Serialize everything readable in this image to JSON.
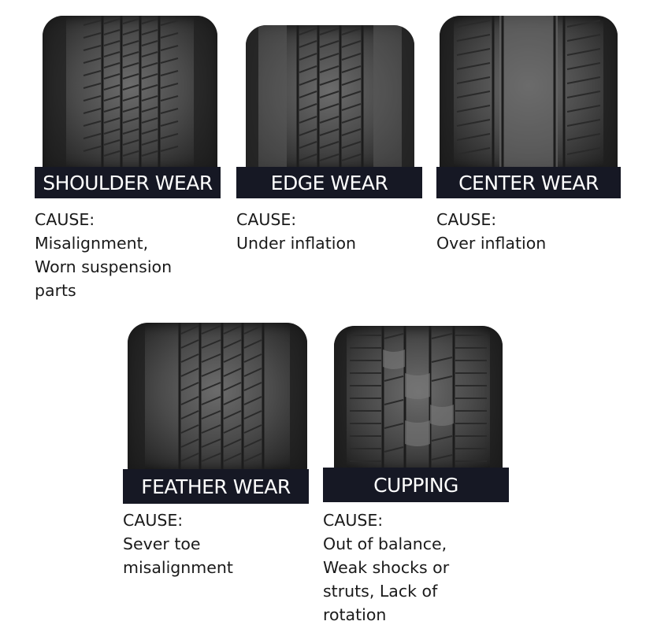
{
  "cards": [
    {
      "id": "shoulder",
      "title": "SHOULDER WEAR",
      "cause_heading": "CAUSE:",
      "cause_lines": [
        "Misalignment,",
        "Worn suspension",
        "parts"
      ]
    },
    {
      "id": "edge",
      "title": "EDGE WEAR",
      "cause_heading": "CAUSE:",
      "cause_lines": [
        "Under inflation"
      ]
    },
    {
      "id": "center",
      "title": "CENTER WEAR",
      "cause_heading": "CAUSE:",
      "cause_lines": [
        "Over inflation"
      ]
    },
    {
      "id": "feather",
      "title": "FEATHER WEAR",
      "cause_heading": "CAUSE:",
      "cause_lines": [
        "Sever toe",
        "misalignment"
      ]
    },
    {
      "id": "cupping",
      "title": "CUPPING",
      "cause_heading": "CAUSE:",
      "cause_lines": [
        "Out of balance,",
        "Weak shocks or",
        "struts, Lack of",
        "rotation"
      ]
    }
  ],
  "colors": {
    "label_background": "#161824",
    "label_text": "#ffffff",
    "cause_text": "#1a1a1a",
    "tire_rubber": "#4a4a4a"
  }
}
